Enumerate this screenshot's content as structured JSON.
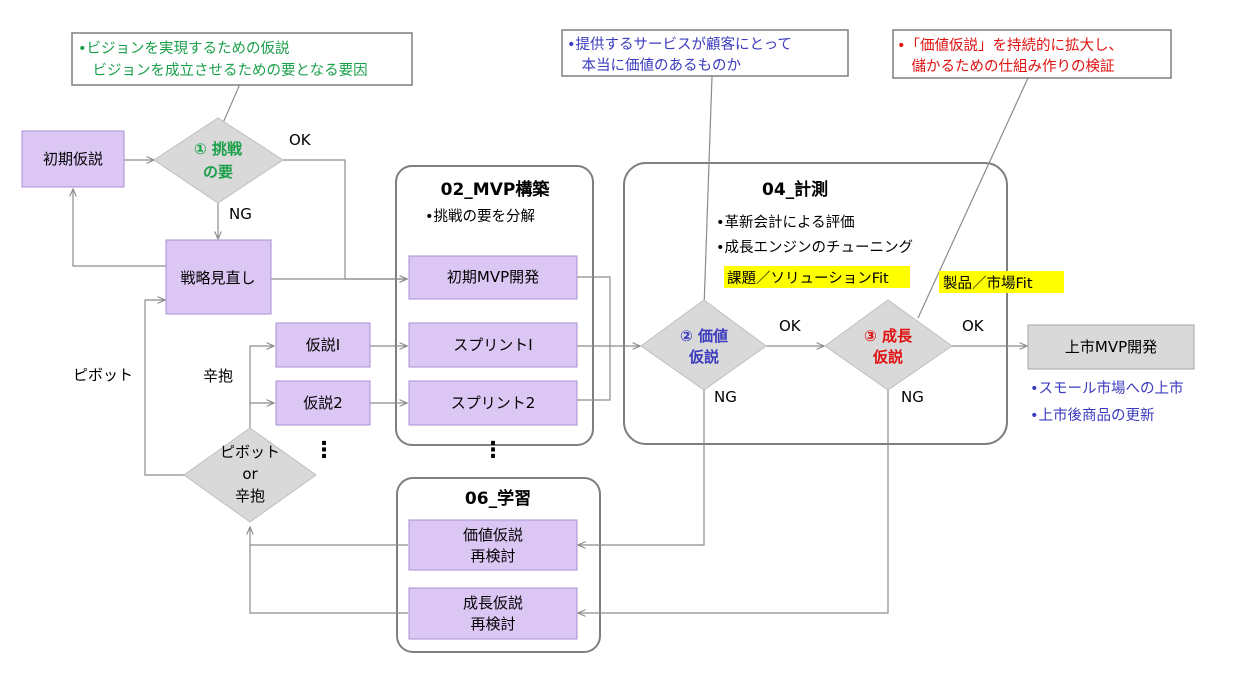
{
  "callouts": {
    "vision": {
      "lines": [
        "•ビジョンを実現するための仮説",
        "　ビジョンを成立させるための要となる要因"
      ],
      "color": "#1aa04a"
    },
    "value": {
      "lines": [
        "•提供するサービスが顧客にとって",
        "　本当に価値のあるものか"
      ],
      "color": "#3b3bbf"
    },
    "growth": {
      "lines": [
        "•「価値仮説」を持続的に拡大し、",
        "　儲かるための仕組み作りの検証"
      ],
      "color": "#e01010"
    }
  },
  "nodes": {
    "initial_hypothesis": "初期仮説",
    "strategy_review": "戦略見直し",
    "hypothesis1": "仮説Ⅰ",
    "hypothesis2": "仮説2",
    "initial_mvp": "初期MVP開発",
    "sprint1": "スプリントⅠ",
    "sprint2": "スプリント2",
    "value_review": [
      "価値仮説",
      "再検討"
    ],
    "growth_review": [
      "成長仮説",
      "再検討"
    ],
    "market_mvp": "上市MVP開発"
  },
  "decisions": {
    "challenge": {
      "num": "①",
      "lines": [
        "挑戦",
        "の要"
      ],
      "color": "#1aa04a"
    },
    "value": {
      "num": "②",
      "lines": [
        "価値",
        "仮説"
      ],
      "color": "#3b3bbf"
    },
    "growth": {
      "num": "③",
      "lines": [
        "成長",
        "仮説"
      ],
      "color": "#e01010"
    },
    "pivot": {
      "lines": [
        "ピボット",
        "or",
        "辛抱"
      ]
    }
  },
  "groups": {
    "mvp": {
      "title": "02_MVP構築",
      "bullet": "•挑戦の要を分解"
    },
    "measure": {
      "title": "04_計測",
      "bullets": [
        "•革新会計による評価",
        "•成長エンジンのチューニング"
      ]
    },
    "learn": {
      "title": "06_学習"
    }
  },
  "highlights": {
    "problem_solution": "課題／ソリューションFit",
    "product_market": "製品／市場Fit",
    "color": "#ffff00"
  },
  "edge_labels": {
    "ok1": "OK",
    "ng1": "NG",
    "ok2": "OK",
    "ok3": "OK",
    "ng2": "NG",
    "ng3": "NG",
    "pivot": "ピボット",
    "persevere": "辛抱"
  },
  "ellipsis": "⋮",
  "market_notes": [
    "•スモール市場への上市",
    "•上市後商品の更新"
  ],
  "colors": {
    "process_fill": "#dcc6f4",
    "process_stroke": "#a98fd0",
    "decision_fill": "#d9d9d9",
    "final_fill": "#d9d9d9",
    "group_stroke": "#7f7f7f",
    "line": "#8c8c8c",
    "note_blue": "#3b3bbf"
  }
}
